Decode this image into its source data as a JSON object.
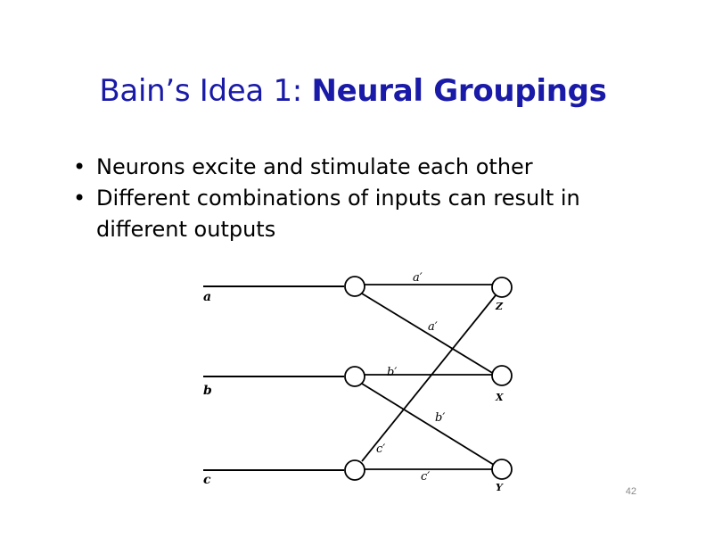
{
  "slide": {
    "title_prefix": "Bain’s Idea 1: ",
    "title_bold": "Neural Groupings",
    "bullets": [
      "Neurons excite and stimulate each other",
      "Different combinations of inputs can result in different outputs"
    ],
    "page_number": "42"
  },
  "diagram": {
    "input_labels": [
      "a",
      "b",
      "c"
    ],
    "output_labels": [
      "Z",
      "X",
      "Y"
    ],
    "edge_labels": [
      "a′",
      "a′",
      "b′",
      "b′",
      "c′",
      "c′"
    ]
  }
}
